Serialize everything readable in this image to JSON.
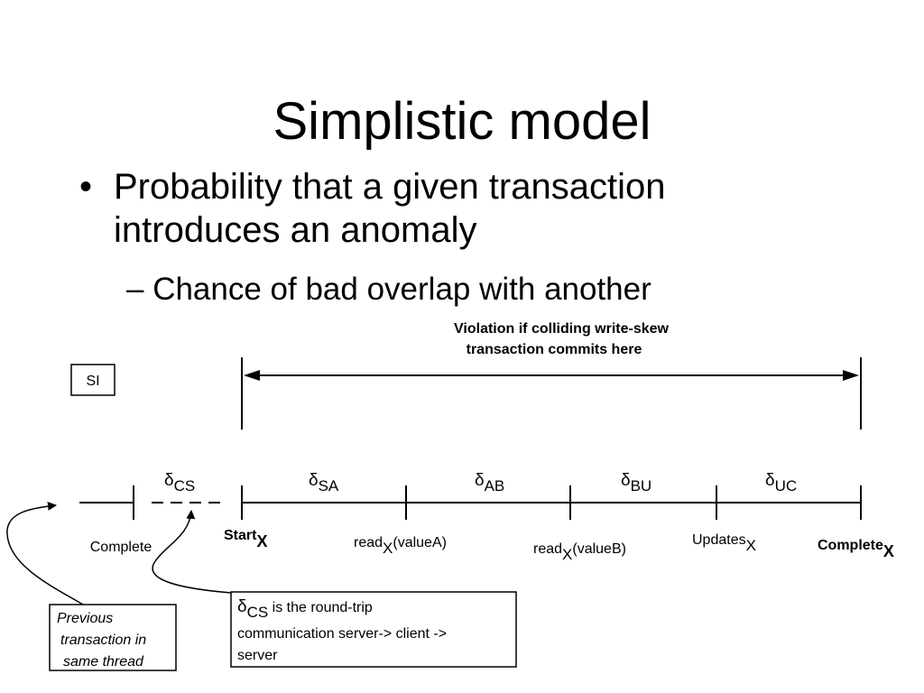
{
  "slide": {
    "title": "Simplistic model",
    "bullet1_marker": "•",
    "bullet1": "Probability that a given transaction introduces an anomaly",
    "sub_bullet": "– Chance of bad overlap with another"
  },
  "diagram": {
    "violation_line1": "Violation if colliding write-skew",
    "violation_line2": "transaction commits here",
    "si_label": "SI",
    "delta": "δ",
    "delta_cs_sub": "CS",
    "delta_sa_sub": "SA",
    "delta_ab_sub": "AB",
    "delta_bu_sub": "BU",
    "delta_uc_sub": "UC",
    "complete_prev": "Complete",
    "start_main": "Start",
    "read_main": "read",
    "read_a_suffix": "(valueA)",
    "read_b_suffix": "(valueB)",
    "updates_main": "Updates",
    "complete_main": "Complete",
    "x_sub": "X",
    "prev_box_line1": "Previous",
    "prev_box_line2": "transaction in",
    "prev_box_line3": "same thread",
    "note_line1_suffix": " is the round-trip",
    "note_line2": "communication server-> client ->",
    "note_line3": "server"
  }
}
